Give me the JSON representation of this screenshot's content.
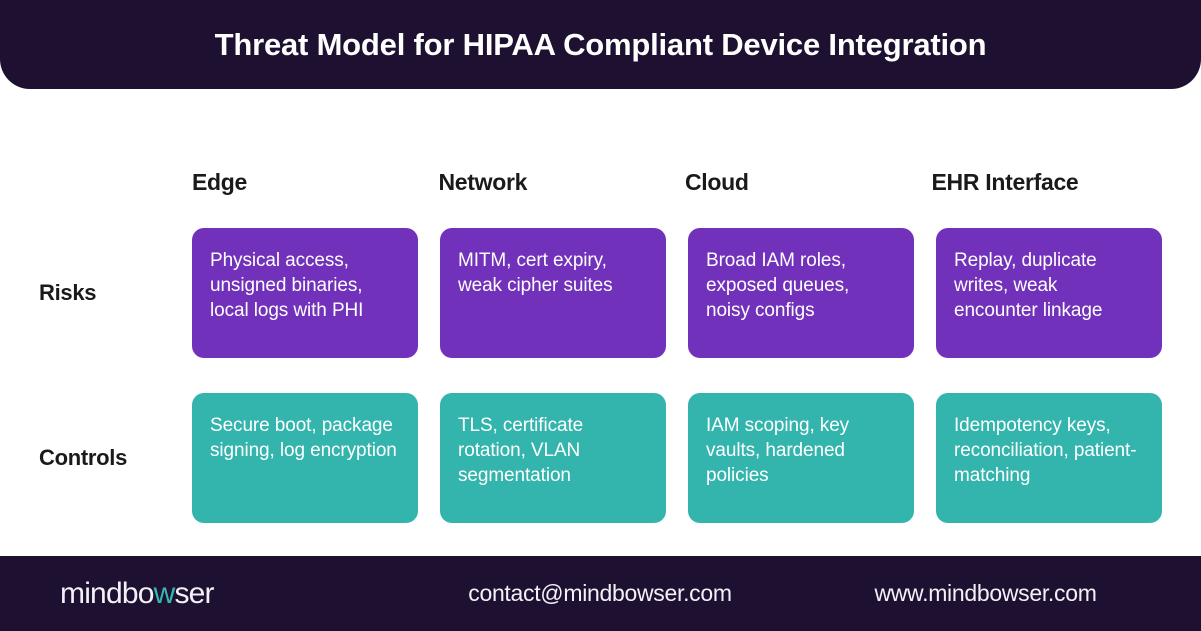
{
  "header": {
    "title": "Threat Model for HIPAA Compliant Device Integration",
    "background_color": "#1d1030"
  },
  "matrix": {
    "columns": [
      {
        "label": "Edge"
      },
      {
        "label": "Network"
      },
      {
        "label": "Cloud"
      },
      {
        "label": "EHR Interface"
      }
    ],
    "rows": [
      {
        "label": "Risks",
        "color": "#7231ba",
        "cells": [
          {
            "text": "Physical access, unsigned binaries, local logs with PHI"
          },
          {
            "text": "MITM, cert expiry, weak cipher suites"
          },
          {
            "text": "Broad IAM roles, exposed queues, noisy configs"
          },
          {
            "text": "Replay, duplicate writes, weak encounter linkage"
          }
        ]
      },
      {
        "label": "Controls",
        "color": "#33b5ae",
        "cells": [
          {
            "text": "Secure boot, package signing, log encryption"
          },
          {
            "text": "TLS, certificate rotation, VLAN segmentation"
          },
          {
            "text": "IAM scoping, key vaults, hardened policies"
          },
          {
            "text": "Idempotency keys, reconciliation, patient-matching"
          }
        ]
      }
    ]
  },
  "footer": {
    "background_color": "#1d1030",
    "logo": {
      "part1": "mindbo",
      "accent": "w",
      "part2": "ser",
      "accent_color": "#35b8b0"
    },
    "email": "contact@mindbowser.com",
    "website": "www.mindbowser.com"
  }
}
